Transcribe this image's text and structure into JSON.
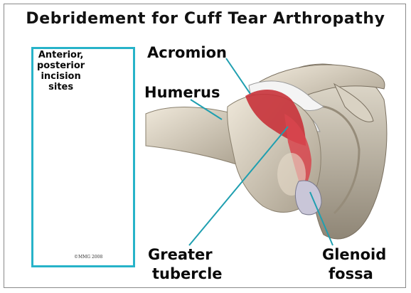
{
  "title": "Debridement for Cuff Tear Arthropathy",
  "inset": {
    "label_lines": [
      "Anterior,",
      "posterior",
      "incision",
      "sites"
    ],
    "copyright": "©MMG 2008"
  },
  "labels": {
    "acromion": "Acromion",
    "humerus": "Humerus",
    "greater_tubercle": [
      "Greater",
      "tubercle"
    ],
    "glenoid_fossa": [
      "Glenoid",
      "fossa"
    ]
  },
  "colors": {
    "inset_border": "#27b3c9",
    "pointer_line": "#1f9fb0",
    "bone": "#d8d0c0",
    "tissue_red": "#c8323a",
    "skin": "#e6bfa8"
  }
}
